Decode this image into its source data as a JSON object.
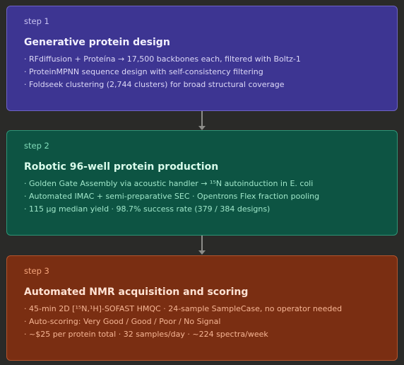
{
  "steps": [
    {
      "label": "step 1",
      "title": "Generative protein design",
      "bullets": [
        "· RFdiffusion + Proteína → 17,500 backbones each, filtered with Boltz-1",
        "· ProteinMPNN sequence design with self-consistency filtering",
        "· Foldseek clustering (2,744 clusters) for broad structural coverage"
      ],
      "color": "#3d3592"
    },
    {
      "label": "step 2",
      "title": "Robotic 96-well protein production",
      "bullets": [
        "· Golden Gate Assembly via acoustic handler → ¹⁵N autoinduction in E. coli",
        "· Automated IMAC + semi-preparative SEC · Opentrons Flex fraction pooling",
        "· 115 µg median yield · 98.7% success rate (379 / 384 designs)"
      ],
      "color": "#0d5443"
    },
    {
      "label": "step 3",
      "title": "Automated NMR acquisition and scoring",
      "bullets": [
        "· 45-min 2D [¹⁵N,¹H]-SOFAST HMQC · 24-sample SampleCase, no operator needed",
        "· Auto-scoring: Very Good / Good / Poor / No Signal",
        "· ~$25 per protein total · 32 samples/day · ~224 spectra/week"
      ],
      "color": "#7a2e12"
    }
  ]
}
